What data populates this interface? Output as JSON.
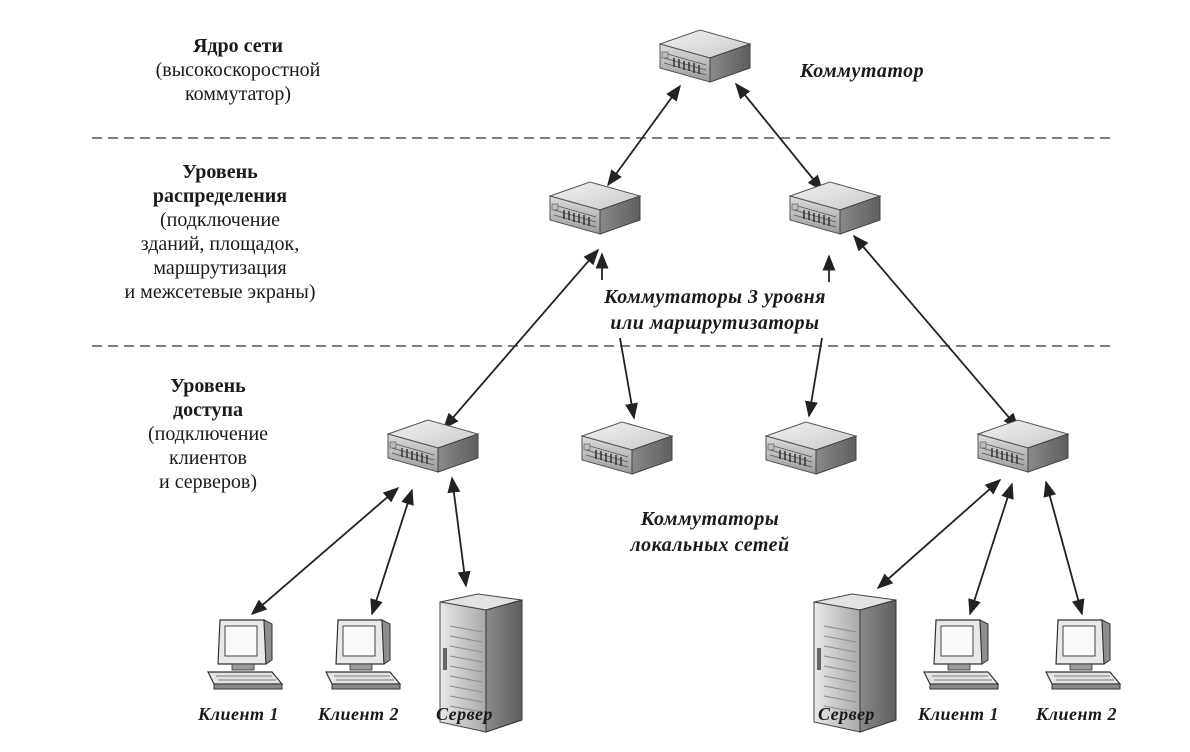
{
  "levels": {
    "core": {
      "title": "Ядро сети",
      "desc": [
        "(высокоскоростной",
        "коммутатор)"
      ]
    },
    "distribution": {
      "title": [
        "Уровень",
        "распределения"
      ],
      "desc": [
        "(подключение",
        "зданий, площадок,",
        "маршрутизация",
        "и межсетевые экраны)"
      ]
    },
    "access": {
      "title": [
        "Уровень",
        "доступа"
      ],
      "desc": [
        "(подключение",
        "клиентов",
        "и серверов)"
      ]
    }
  },
  "labels": {
    "core_switch": "Коммутатор",
    "l3_switches": [
      "Коммутаторы 3 уровня",
      "или маршрутизаторы"
    ],
    "lan_switches": [
      "Коммутаторы",
      "локальных сетей"
    ]
  },
  "endpoints": {
    "left": [
      "Клиент 1",
      "Клиент 2",
      "Сервер"
    ],
    "right": [
      "Сервер",
      "Клиент 1",
      "Клиент 2"
    ]
  },
  "icons": {
    "switch": "rack-switch-icon",
    "client": "computer-terminal-icon",
    "server": "tower-server-icon"
  }
}
